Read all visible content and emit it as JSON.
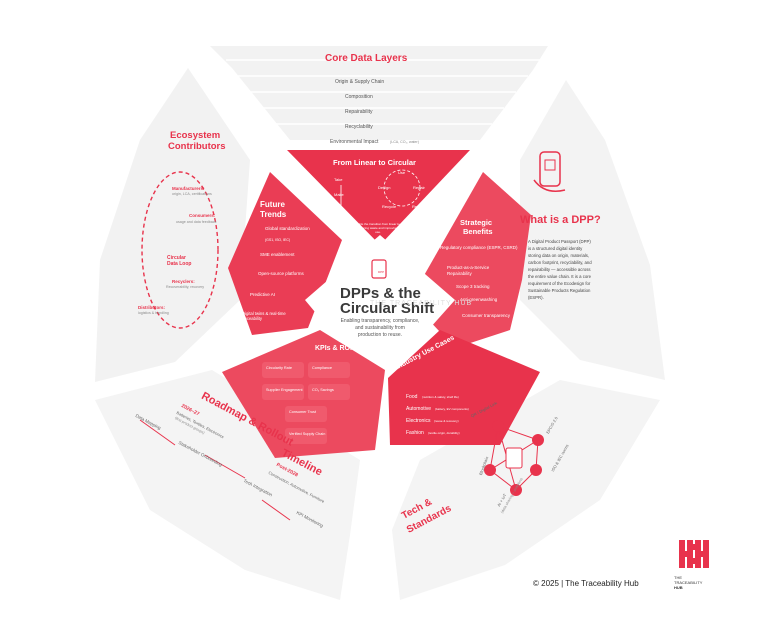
{
  "colors": {
    "accent": "#e8334c",
    "accent_dark": "#d42a44",
    "panel_light": "#f3f3f3",
    "panel_mid": "#fbfbfb",
    "text_dark": "#333333"
  },
  "center": {
    "title_line1": "DPPs & the",
    "title_line2": "Circular Shift",
    "subtitle_line1": "Enabling transparency, compliance,",
    "subtitle_line2": "and sustainability from",
    "subtitle_line3": "production to reuse.",
    "watermark": "THE TRACEABILITY HUB",
    "badge": "DPP"
  },
  "core_data": {
    "title": "Core Data Layers",
    "items": [
      {
        "label": "Origin & Supply Chain",
        "note": "",
        "icon": "globe-icon"
      },
      {
        "label": "Composition",
        "note": "",
        "icon": "flask-icon"
      },
      {
        "label": "Repairability",
        "note": "",
        "icon": "wrench-icon"
      },
      {
        "label": "Recyclability",
        "note": "",
        "icon": "recycle-icon"
      },
      {
        "label": "Environmental Impact",
        "note": "(LCA, CO₂, water)",
        "icon": "leaf-icon"
      }
    ]
  },
  "linear": {
    "title": "From Linear to Circular",
    "linear_steps": [
      "Take",
      "Make",
      "Waste"
    ],
    "circular_steps": [
      "Use",
      "Design",
      "Repair",
      "Recycle",
      "Reuse"
    ],
    "description": "DPPs enable the transition from linear to circular models, reducing waste and improving resource use."
  },
  "strategic": {
    "title_line1": "Strategic",
    "title_line2": "Benefits",
    "items": [
      "Regulatory compliance (ESPR, CSRD)",
      "Product-as-a-Service",
      "Repairability",
      "Scope 3 tracking",
      "Anti-greenwashing",
      "Consumer transparency"
    ]
  },
  "future": {
    "title_line1": "Future",
    "title_line2": "Trends",
    "items": [
      "Global standardization",
      "SME enablement",
      "Open-source platforms",
      "Predictive AI",
      "Digital twins & real-time traceability"
    ],
    "standardization_note": "(GS1, ISO, IEC)"
  },
  "what": {
    "title": "What is a DPP?",
    "body_lines": [
      "A Digital Product Passport (DPP)",
      "is a structured digital identity",
      "storing data on origin, materials,",
      "carbon footprint, recyclability, and",
      "repairability — accessible across",
      "the entire value chain. It is a core",
      "requirement of the Ecodesign for",
      "Sustainable Products Regulation",
      "(ESPR)."
    ]
  },
  "ecosystem": {
    "title_line1": "Ecosystem",
    "title_line2": "Contributors",
    "manufacturers": "Manufacturers:",
    "manufacturers_note": "origin, LCA, certifications",
    "consumers": "Consumers:",
    "consumers_note": "usage and data feedback",
    "loop_line1": "Circular",
    "loop_line2": "Data Loop",
    "recyclers": "Recyclers:",
    "recyclers_note": "Recoverability, recovery",
    "distributors": "Distributors:",
    "distributors_note": "logistics & handling"
  },
  "kpis": {
    "title": "KPIs & ROI",
    "cards": [
      "Circularity Rate",
      "Compliance",
      "Supplier Engagement",
      "CO₂ Savings",
      "Consumer Trust",
      "Verified Supply Chain"
    ]
  },
  "industry": {
    "title": "Industry Use Cases",
    "items": [
      {
        "label": "Food",
        "note": "(nutrition & safety, shelf life)"
      },
      {
        "label": "Automotive",
        "note": "(battery, EV components)"
      },
      {
        "label": "Electronics",
        "note": "(reuse & recovery)"
      },
      {
        "label": "Fashion",
        "note": "(textile origin, durability)"
      }
    ]
  },
  "roadmap": {
    "title_line1": "Roadmap & Rollout",
    "title_line2": "Timeline",
    "phase1_years": "2026–27",
    "phase1_text": "Batteries, Textiles, Electronics",
    "phase1_note": "(first product groups)",
    "phase2_years": "Post-2028",
    "phase2_text": "Construction, Automotive, Furniture",
    "steps": [
      "Data Mapping",
      "Stakeholder Onboarding",
      "Tech Integration",
      "KPI Monitoring"
    ]
  },
  "tech": {
    "title_line1": "Tech &",
    "title_line2": "Standards",
    "nodes": [
      "QR / Digital Link",
      "EPCIS 2.0",
      "ISO & IEC norms",
      "AI + IoT",
      "Blockchain"
    ],
    "nodes_note": "(data sharing + analytics)"
  },
  "footer": {
    "copyright": "© 2025 | The Traceability Hub",
    "logo_line1": "THE",
    "logo_line2": "TRACEABILITY",
    "logo_line3": "HUB"
  }
}
